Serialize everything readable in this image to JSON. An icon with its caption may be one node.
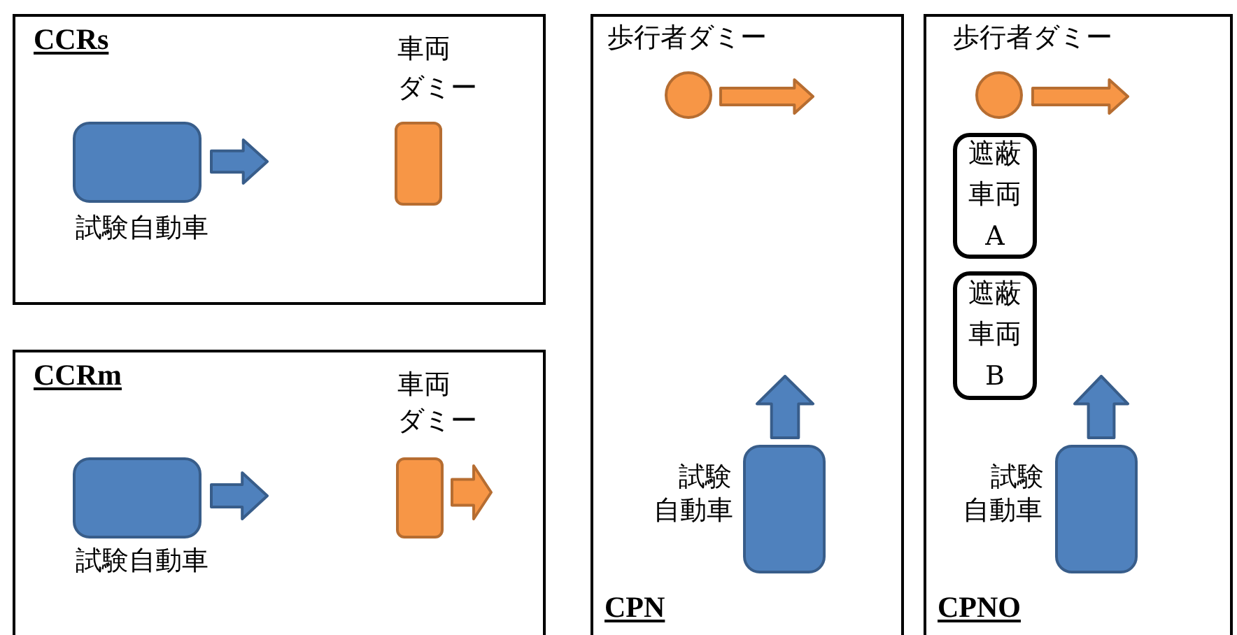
{
  "diagram": {
    "nodes": [
      {
        "text": [
          "CCRs"
        ]
      },
      {
        "text": [],
        "shape": "box",
        "in": 0,
        "beside": [
          "試験自動車"
        ]
      },
      {
        "text": [],
        "shape": "box",
        "in": 0,
        "beside": [
          "車両",
          "ダミー"
        ]
      },
      {
        "text": [
          "CCRm"
        ]
      },
      {
        "text": [],
        "shape": "box",
        "in": 3,
        "beside": [
          "試験自動車"
        ]
      },
      {
        "text": [],
        "shape": "box",
        "in": 3,
        "beside": [
          "車両",
          "ダミー"
        ]
      },
      {
        "text": [
          "CPN"
        ]
      },
      {
        "text": [],
        "shape": "circle",
        "in": 6,
        "beside": [
          "歩行者ダミー"
        ]
      },
      {
        "text": [],
        "shape": "box",
        "in": 6,
        "beside": [
          "試験",
          "自動車"
        ]
      },
      {
        "text": [
          "CPNO"
        ]
      },
      {
        "text": [],
        "shape": "circle",
        "in": 9,
        "beside": [
          "歩行者ダミー"
        ]
      },
      {
        "text": [
          "遮蔽車両A"
        ],
        "in": 9
      },
      {
        "text": [
          "遮蔽車両B"
        ],
        "in": 9
      },
      {
        "text": [],
        "shape": "box",
        "in": 9,
        "beside": [
          "試験",
          "自動車"
        ]
      }
    ]
  }
}
